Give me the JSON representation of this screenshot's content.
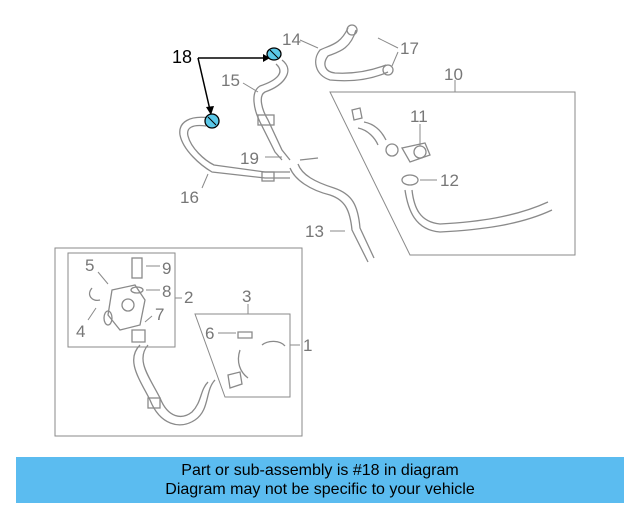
{
  "diagram": {
    "callouts": {
      "c1": "1",
      "c2": "2",
      "c3": "3",
      "c4": "4",
      "c5": "5",
      "c6": "6",
      "c7": "7",
      "c8": "8",
      "c9": "9",
      "c10": "10",
      "c11": "11",
      "c12": "12",
      "c13": "13",
      "c14": "14",
      "c15": "15",
      "c16": "16",
      "c17": "17",
      "c18": "18",
      "c19": "19"
    },
    "highlight_color": "#5bc8e8",
    "highlighted_part": "18"
  },
  "caption": {
    "line1": "Part or sub-assembly is #18 in diagram",
    "line2": "Diagram may not be specific to your vehicle",
    "background": "#5bbcf0"
  }
}
